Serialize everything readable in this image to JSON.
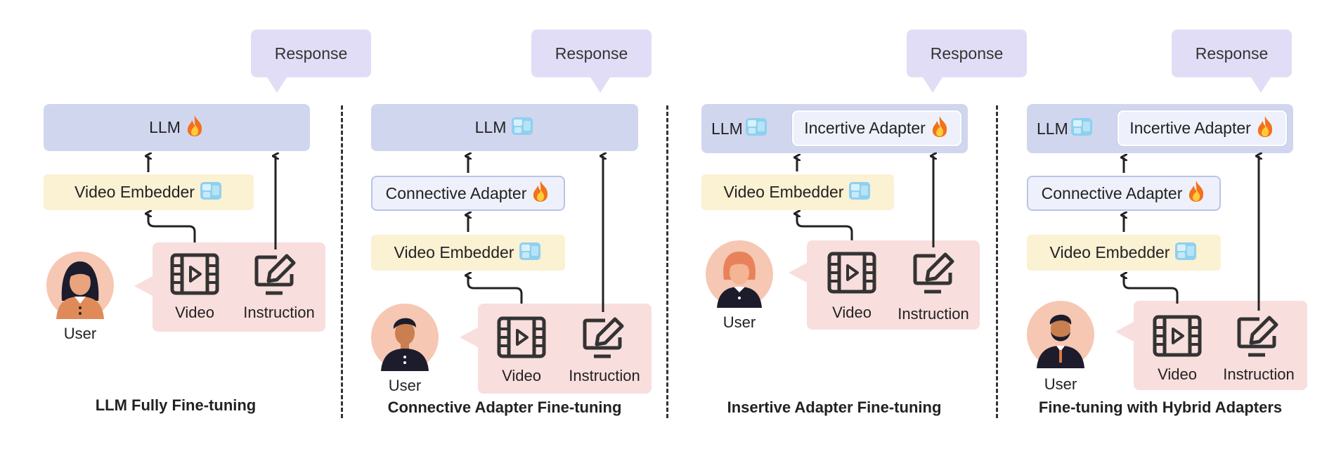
{
  "panels": [
    {
      "caption": "LLM Fully Fine-tuning",
      "response": "Response",
      "llm": "LLM",
      "embedder": "Video Embedder",
      "video": "Video",
      "instruction": "Instruction",
      "user": "User",
      "llm_state": "trainable",
      "embedder_state": "frozen"
    },
    {
      "caption": "Connective Adapter Fine-tuning",
      "response": "Response",
      "llm": "LLM",
      "adapter": "Connective Adapter",
      "embedder": "Video Embedder",
      "video": "Video",
      "instruction": "Instruction",
      "user": "User",
      "llm_state": "frozen",
      "adapter_state": "trainable",
      "embedder_state": "frozen"
    },
    {
      "caption": "Insertive Adapter Fine-tuning",
      "response": "Response",
      "llm": "LLM",
      "inner_adapter": "Incertive Adapter",
      "embedder": "Video Embedder",
      "video": "Video",
      "instruction": "Instruction",
      "user": "User",
      "llm_state": "frozen",
      "inner_adapter_state": "trainable",
      "embedder_state": "frozen"
    },
    {
      "caption": "Fine-tuning with Hybrid Adapters",
      "response": "Response",
      "llm": "LLM",
      "inner_adapter": "Incertive Adapter",
      "adapter": "Connective Adapter",
      "embedder": "Video Embedder",
      "video": "Video",
      "instruction": "Instruction",
      "user": "User",
      "llm_state": "frozen",
      "inner_adapter_state": "trainable",
      "adapter_state": "trainable",
      "embedder_state": "frozen"
    }
  ],
  "icons": {
    "trainable": "fire-icon",
    "frozen": "ice-cube-icon",
    "video": "film-play-icon",
    "instruction": "pencil-monitor-icon",
    "user": "user-avatar-icon"
  },
  "colors": {
    "response": "#e2ddf6",
    "llm": "#d1d6ef",
    "embedder": "#fbf1d3",
    "adapter": "#eef1fb",
    "input": "#f8dedd",
    "avatar_bg": "#f6c7b3"
  }
}
